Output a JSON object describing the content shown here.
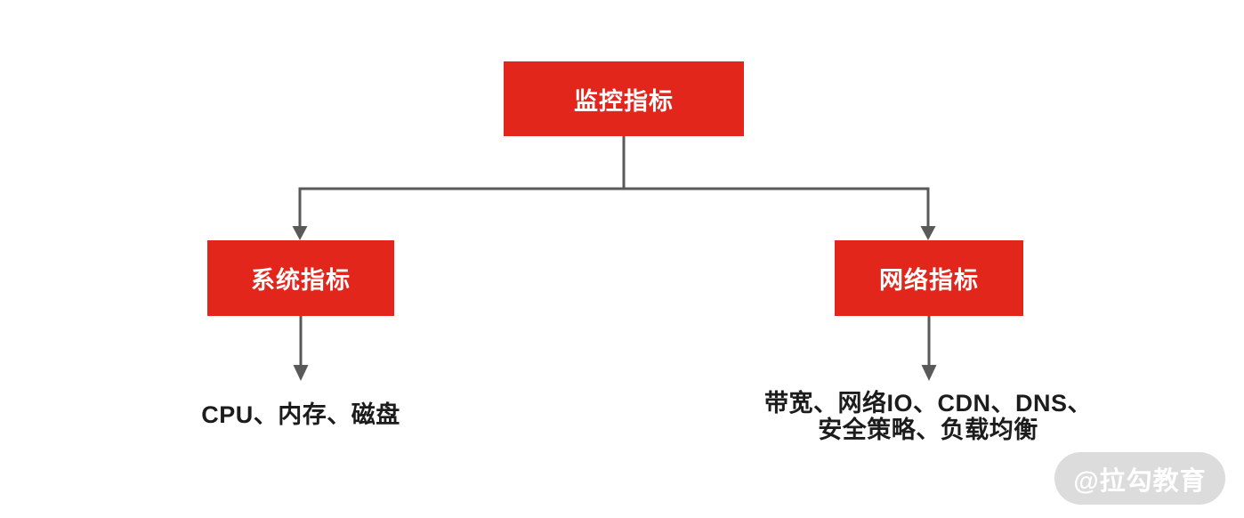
{
  "diagram": {
    "root": {
      "label": "监控指标"
    },
    "children": [
      {
        "label": "系统指标",
        "leaf": "CPU、内存、磁盘"
      },
      {
        "label": "网络指标",
        "leaf_lines": [
          "带宽、网络IO、CDN、DNS、",
          "安全策略、负载均衡"
        ]
      }
    ]
  },
  "watermark": {
    "text": "@拉勾教育"
  },
  "colors": {
    "node-red": "#e2261c",
    "node-text": "#ffffff",
    "line-gray": "#595959",
    "leaf-text": "#1c1c1c",
    "watermark-bg": "#dcdcdc",
    "watermark-text": "#ffffff"
  }
}
